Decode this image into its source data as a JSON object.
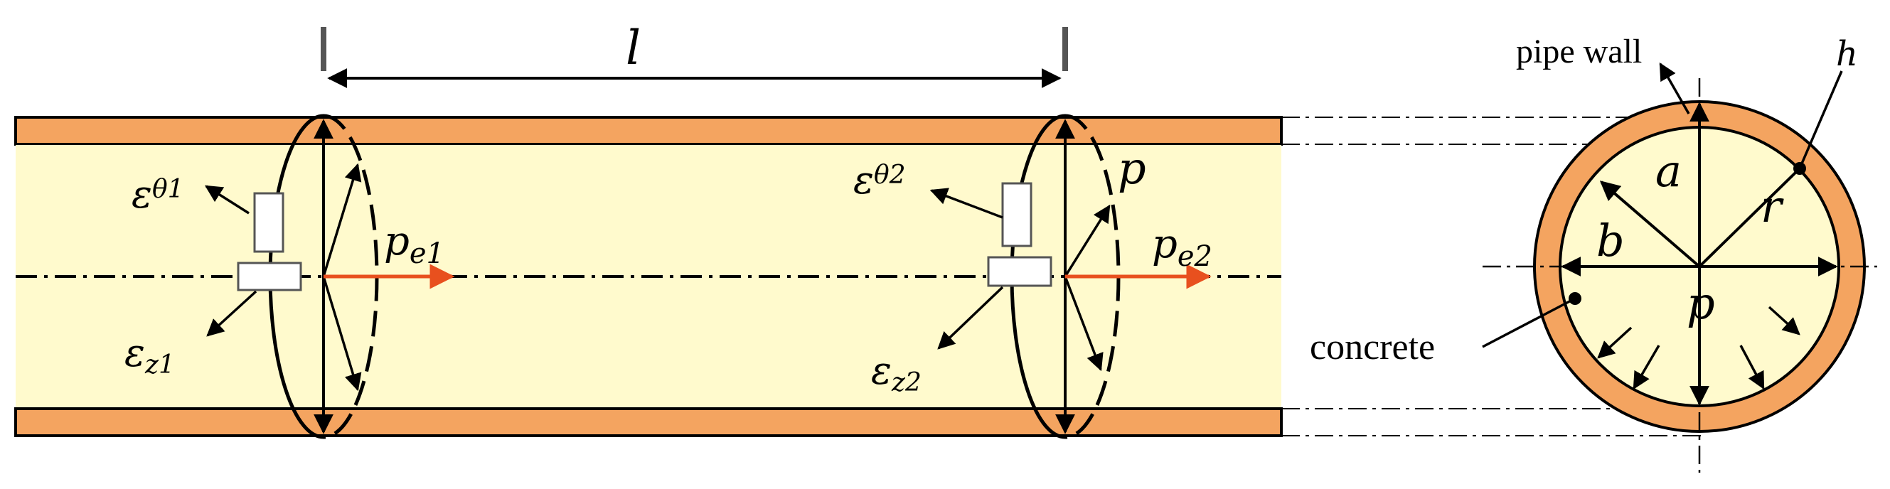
{
  "labels": {
    "length": "l",
    "strain_theta_1": {
      "main": "ε",
      "sub": "θ1"
    },
    "strain_z_1": {
      "main": "ε",
      "sub": "z1"
    },
    "pressure_e1": {
      "main": "p",
      "sub": "e1"
    },
    "strain_theta_2": {
      "main": "ε",
      "sub": "θ2"
    },
    "strain_z_2": {
      "main": "ε",
      "sub": "z2"
    },
    "pressure_e2": {
      "main": "p",
      "sub": "e2"
    },
    "internal_pressure": "p",
    "pipe_wall": "pipe wall",
    "thickness": "h",
    "outer_radius": "a",
    "inner_radius": "b",
    "mean_radius": "r",
    "section_pressure": "p",
    "concrete": "concrete"
  },
  "colors": {
    "pipe_wall": "#F4A460",
    "concrete": "#FFFACD",
    "arrow_pressure": "#E8501E",
    "line": "#000000",
    "gauge": "#FFFFFF",
    "tick": "#555555"
  }
}
